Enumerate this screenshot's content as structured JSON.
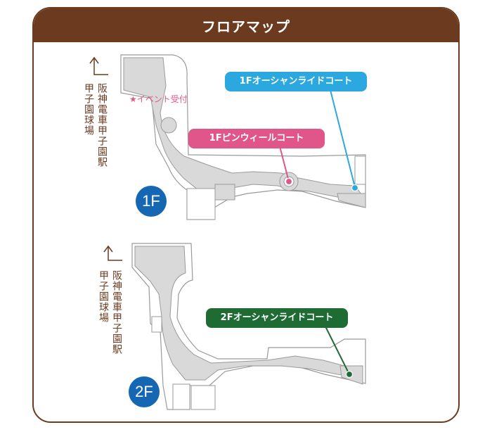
{
  "header": {
    "title": "フロアマップ"
  },
  "colors": {
    "brown": "#6b3a1f",
    "blue_court": "#2ba8df",
    "pink_court": "#e0558a",
    "green_court": "#1f6b34",
    "floor_badge": "#1667b3"
  },
  "station_label": "阪神電車甲子園駅",
  "stadium_label": "甲子園球場",
  "floor1": {
    "badge": "1F",
    "event_label": "★イベント受付",
    "ocean_court": "1Fオーシャンライドコート",
    "pinwheel_court": "1Fピンウィールコート"
  },
  "floor2": {
    "badge": "2F",
    "ocean_court": "2Fオーシャンライドコート"
  }
}
